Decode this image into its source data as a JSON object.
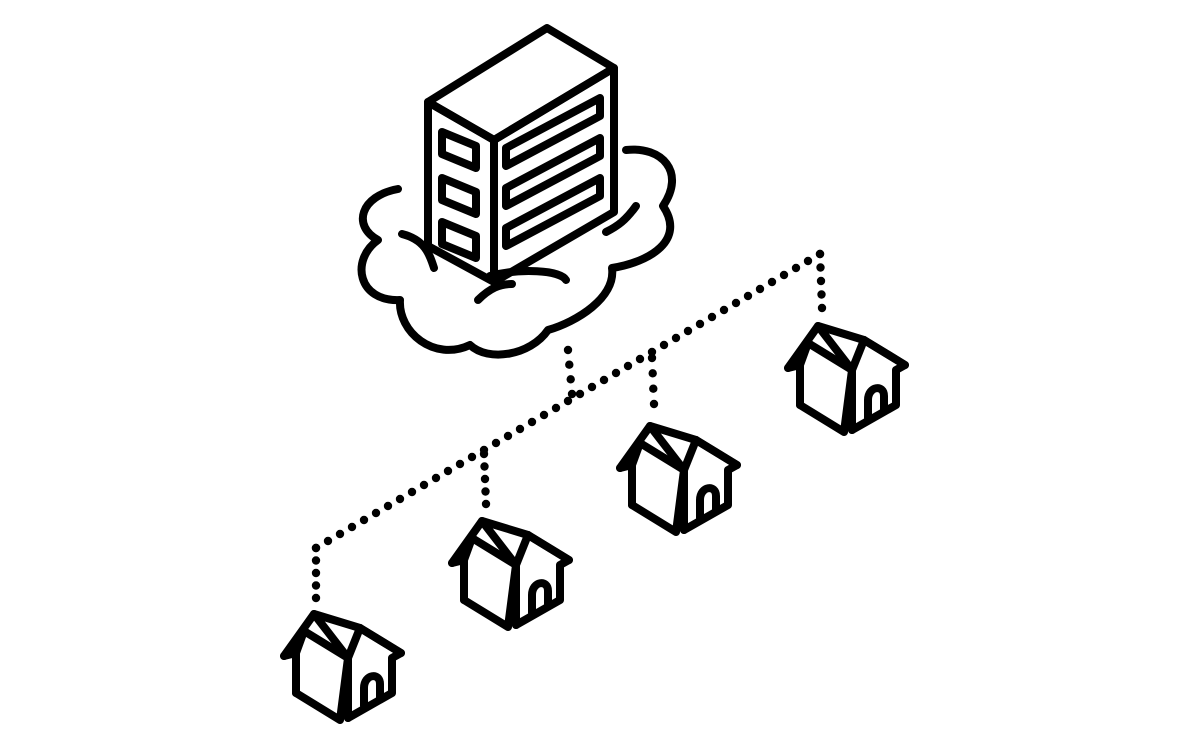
{
  "colors": {
    "ink": "#000000",
    "background": "#ffffff"
  },
  "diagram": {
    "nodes": [
      {
        "id": "cloud-server",
        "kind": "server-on-cloud",
        "icon": "server-rack-icon"
      },
      {
        "id": "house-1",
        "kind": "house",
        "icon": "house-icon"
      },
      {
        "id": "house-2",
        "kind": "house",
        "icon": "house-icon"
      },
      {
        "id": "house-3",
        "kind": "house",
        "icon": "house-icon"
      },
      {
        "id": "house-4",
        "kind": "house",
        "icon": "house-icon"
      }
    ],
    "edges": [
      {
        "from": "cloud-server",
        "to": "house-1",
        "style": "dotted"
      },
      {
        "from": "cloud-server",
        "to": "house-2",
        "style": "dotted"
      },
      {
        "from": "cloud-server",
        "to": "house-3",
        "style": "dotted"
      },
      {
        "from": "cloud-server",
        "to": "house-4",
        "style": "dotted"
      }
    ]
  }
}
